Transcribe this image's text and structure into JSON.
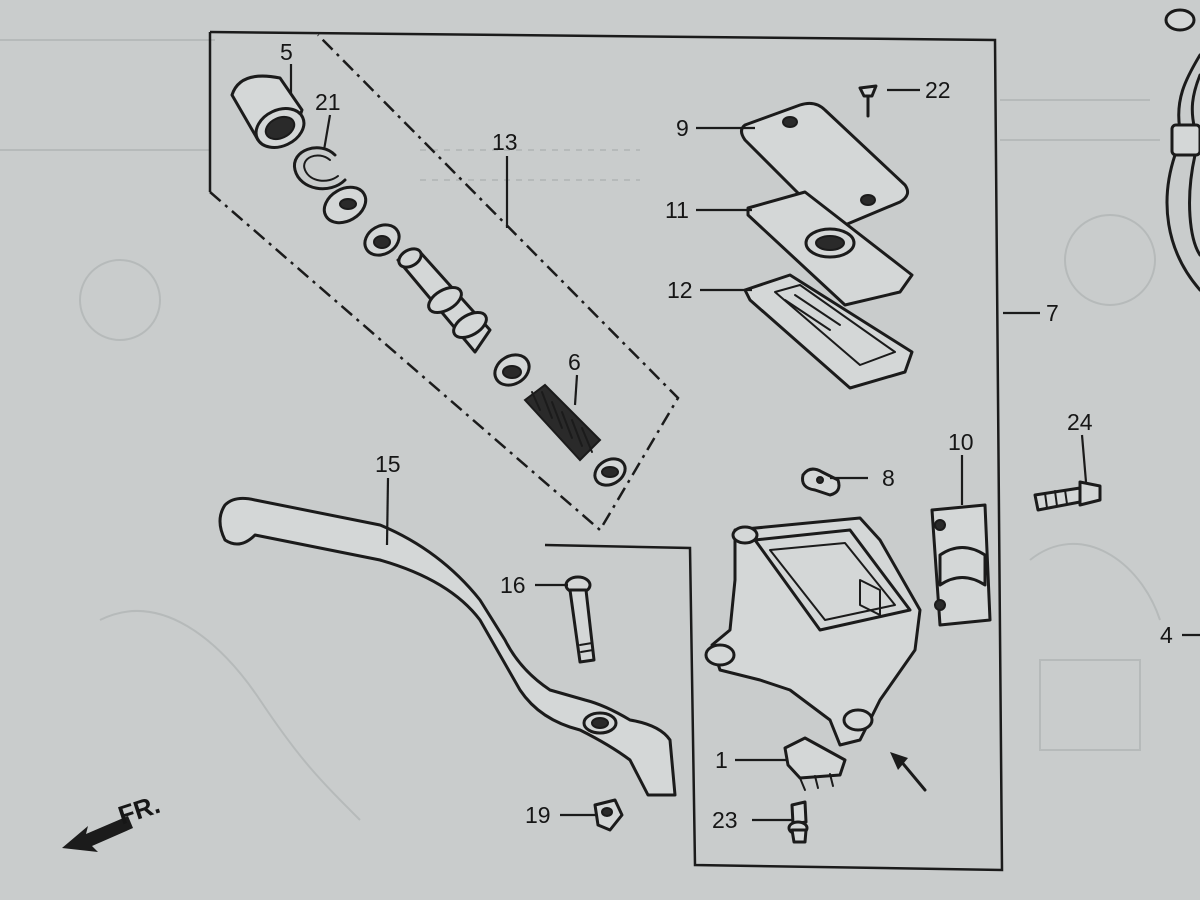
{
  "callouts": [
    {
      "id": "5",
      "text": "5"
    },
    {
      "id": "21",
      "text": "21"
    },
    {
      "id": "13",
      "text": "13"
    },
    {
      "id": "6",
      "text": "6"
    },
    {
      "id": "22",
      "text": "22"
    },
    {
      "id": "9",
      "text": "9"
    },
    {
      "id": "11",
      "text": "11"
    },
    {
      "id": "12",
      "text": "12"
    },
    {
      "id": "7",
      "text": "7"
    },
    {
      "id": "24",
      "text": "24"
    },
    {
      "id": "10",
      "text": "10"
    },
    {
      "id": "8",
      "text": "8"
    },
    {
      "id": "15",
      "text": "15"
    },
    {
      "id": "16",
      "text": "16"
    },
    {
      "id": "4",
      "text": "4"
    },
    {
      "id": "1",
      "text": "1"
    },
    {
      "id": "19",
      "text": "19"
    },
    {
      "id": "23",
      "text": "23"
    }
  ],
  "direction_marker": {
    "text": "FR."
  },
  "colors": {
    "paper": "#c9cccc",
    "ink": "#1b1b1b",
    "part_fill": "#d4d7d7"
  }
}
